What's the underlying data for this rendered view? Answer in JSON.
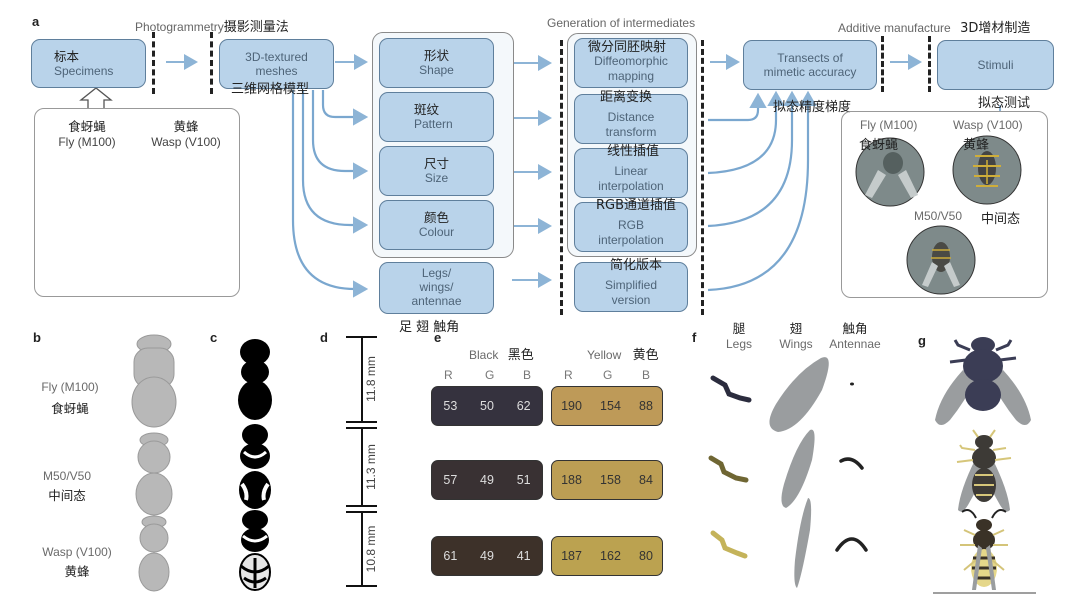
{
  "panels": {
    "a": "a",
    "b": "b",
    "c": "c",
    "d": "d",
    "e": "e",
    "f": "f",
    "g": "g"
  },
  "panel_a": {
    "stage_headers": {
      "photogrammetry_en": "Photogrammetry",
      "photogrammetry_zh": "摄影测量法",
      "intermediates_en": "Generation of intermediates",
      "additive_en": "Additive manufacture",
      "additive_zh": "3D增材制造"
    },
    "specimens": {
      "zh": "标本",
      "en": "Specimens"
    },
    "meshes": {
      "en_line1": "3D-textured",
      "en_line2": "meshes",
      "zh": "三维网格模型"
    },
    "specimen_box": {
      "fly": {
        "zh": "食蚜蝇",
        "en": "Fly (M100)"
      },
      "wasp": {
        "zh": "黄蜂",
        "en": "Wasp (V100)"
      }
    },
    "traits": [
      {
        "zh": "形状",
        "en": "Shape"
      },
      {
        "zh": "斑纹",
        "en": "Pattern"
      },
      {
        "zh": "尺寸",
        "en": "Size"
      },
      {
        "zh": "颜色",
        "en": "Colour"
      }
    ],
    "appendages": {
      "en_lines": [
        "Legs/",
        "wings/",
        "antennae"
      ],
      "zh": "足 翅 触角"
    },
    "methods": [
      {
        "zh": "微分同胚映射",
        "en_lines": [
          "Diffeomorphic",
          "mapping"
        ]
      },
      {
        "zh": "距离变换",
        "en_lines": [
          "Distance",
          "transform"
        ]
      },
      {
        "zh": "线性插值",
        "en_lines": [
          "Linear",
          "interpolation"
        ]
      },
      {
        "zh": "RGB通道插值",
        "en_lines": [
          "RGB",
          "interpolation"
        ]
      },
      {
        "zh": "简化版本",
        "en_lines": [
          "Simplified",
          "version"
        ]
      }
    ],
    "transects": {
      "en_line1": "Transects of",
      "en_line2": "mimetic accuracy",
      "zh": "拟态精度梯度"
    },
    "stimuli": {
      "en": "Stimuli",
      "zh": "拟态测试"
    },
    "stimuli_box": {
      "fly": {
        "en": "Fly (M100)",
        "zh": "食蚜蝇"
      },
      "wasp": {
        "en": "Wasp (V100)",
        "zh": "黄蜂"
      },
      "mid": {
        "en": "M50/V50",
        "zh": "中间态"
      }
    }
  },
  "panel_b": {
    "rows": [
      {
        "en": "Fly (M100)",
        "zh": "食蚜蝇"
      },
      {
        "en": "M50/V50",
        "zh": "中间态"
      },
      {
        "en": "Wasp (V100)",
        "zh": "黄蜂"
      }
    ]
  },
  "panel_d": {
    "lengths": [
      "11.8 mm",
      "11.3 mm",
      "10.8 mm"
    ]
  },
  "panel_e": {
    "black_header": {
      "en": "Black",
      "zh": "黑色"
    },
    "yellow_header": {
      "en": "Yellow",
      "zh": "黄色"
    },
    "channels": [
      "R",
      "G",
      "B",
      "R",
      "G",
      "B"
    ],
    "rows": [
      {
        "black": [
          53,
          50,
          62
        ],
        "yellow": [
          190,
          154,
          88
        ]
      },
      {
        "black": [
          57,
          49,
          51
        ],
        "yellow": [
          188,
          158,
          84
        ]
      },
      {
        "black": [
          61,
          49,
          41
        ],
        "yellow": [
          187,
          162,
          80
        ]
      }
    ]
  },
  "panel_f": {
    "headers": [
      {
        "zh": "腿",
        "en": "Legs"
      },
      {
        "zh": "翅",
        "en": "Wings"
      },
      {
        "zh": "触角",
        "en": "Antennae"
      }
    ]
  },
  "colors": {
    "box_fill": "#b9d3ea",
    "arrow": "#7fa9cf"
  }
}
